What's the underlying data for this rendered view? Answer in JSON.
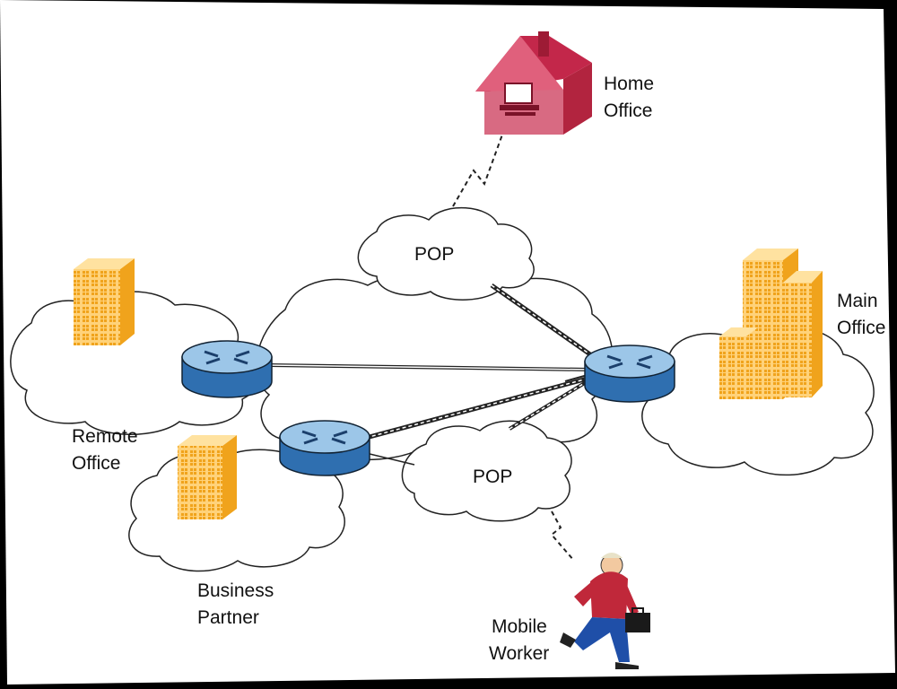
{
  "labels": {
    "home_office": [
      "Home",
      "Office"
    ],
    "main_office": [
      "Main",
      "Office"
    ],
    "remote_office": [
      "Remote",
      "Office"
    ],
    "business_partner": [
      "Business",
      "Partner"
    ],
    "mobile_worker": [
      "Mobile",
      "Worker"
    ],
    "pop_top": "POP",
    "pop_bottom": "POP"
  },
  "colors": {
    "background_frame": "#000000",
    "page": "#ffffff",
    "router_top": "#9cc6e8",
    "router_side": "#2f6fb0",
    "building_light": "#ffd27a",
    "building_dark": "#f0a31c",
    "house_roof": "#c3274a",
    "house_wall": "#d24f6b",
    "worker_shirt": "#c0283a",
    "worker_pants": "#1f4fa8"
  },
  "icons": [
    "house-icon",
    "building-icon",
    "router-icon",
    "cloud-icon",
    "person-icon",
    "briefcase-icon"
  ]
}
